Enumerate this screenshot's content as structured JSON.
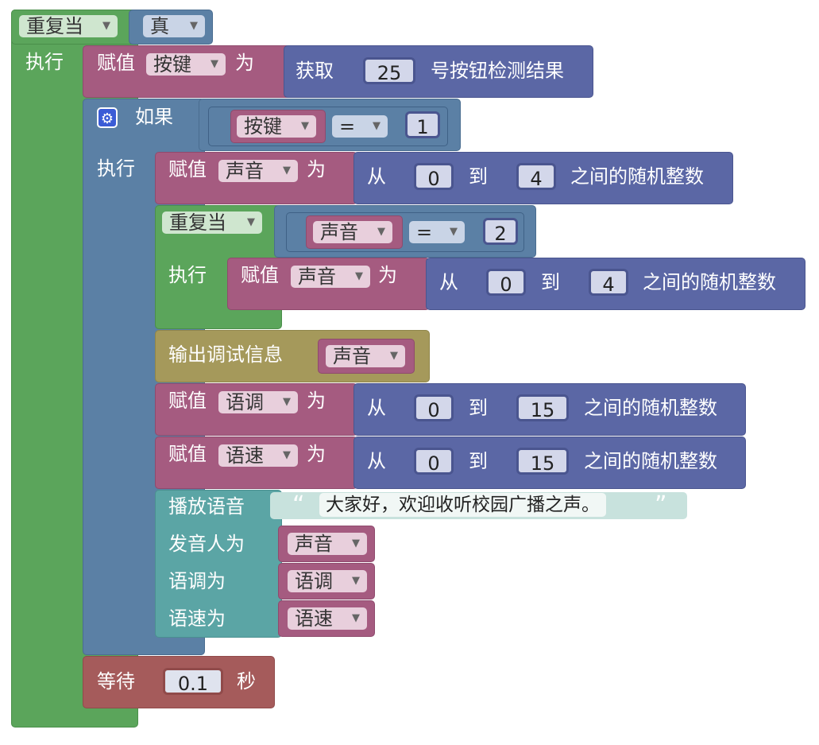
{
  "outer_loop": {
    "repeat_label": "重复当",
    "condition": "真",
    "do_label": "执行"
  },
  "assign_key": {
    "assign_label": "赋值",
    "var": "按键",
    "as_label": "为",
    "get_label": "获取",
    "button_no": "25",
    "suffix": "号按钮检测结果"
  },
  "if_block": {
    "if_label": "如果",
    "var": "按键",
    "op": "=",
    "value": "1",
    "do_label": "执行"
  },
  "assign_sound1": {
    "assign_label": "赋值",
    "var": "声音",
    "as_label": "为",
    "from_label": "从",
    "from": "0",
    "to_label": "到",
    "to": "4",
    "suffix": "之间的随机整数"
  },
  "inner_loop": {
    "repeat_label": "重复当",
    "var": "声音",
    "op": "=",
    "value": "2",
    "do_label": "执行"
  },
  "assign_sound2": {
    "assign_label": "赋值",
    "var": "声音",
    "as_label": "为",
    "from_label": "从",
    "from": "0",
    "to_label": "到",
    "to": "4",
    "suffix": "之间的随机整数"
  },
  "debug": {
    "label": "输出调试信息",
    "var": "声音"
  },
  "assign_tone": {
    "assign_label": "赋值",
    "var": "语调",
    "as_label": "为",
    "from_label": "从",
    "from": "0",
    "to_label": "到",
    "to": "15",
    "suffix": "之间的随机整数"
  },
  "assign_speed": {
    "assign_label": "赋值",
    "var": "语速",
    "as_label": "为",
    "from_label": "从",
    "from": "0",
    "to_label": "到",
    "to": "15",
    "suffix": "之间的随机整数"
  },
  "play": {
    "play_label": "播放语音",
    "open_quote": "“",
    "text": "大家好，欢迎收听校园广播之声。",
    "close_quote": "”",
    "voice_label": "发音人为",
    "voice_var": "声音",
    "tone_label": "语调为",
    "tone_var": "语调",
    "speed_label": "语速为",
    "speed_var": "语速"
  },
  "wait": {
    "label": "等待",
    "value": "0.1",
    "unit": "秒"
  },
  "colors": {
    "loop": "#5ba55b",
    "logic": "#5b80a5",
    "variable": "#a55b80",
    "math": "#5b67a5",
    "debug": "#a5995b",
    "speech": "#5ba5a5",
    "wait": "#a55b5b"
  },
  "icons": {
    "mutator": "gear-icon",
    "dropdown": "triangle-down-icon"
  }
}
